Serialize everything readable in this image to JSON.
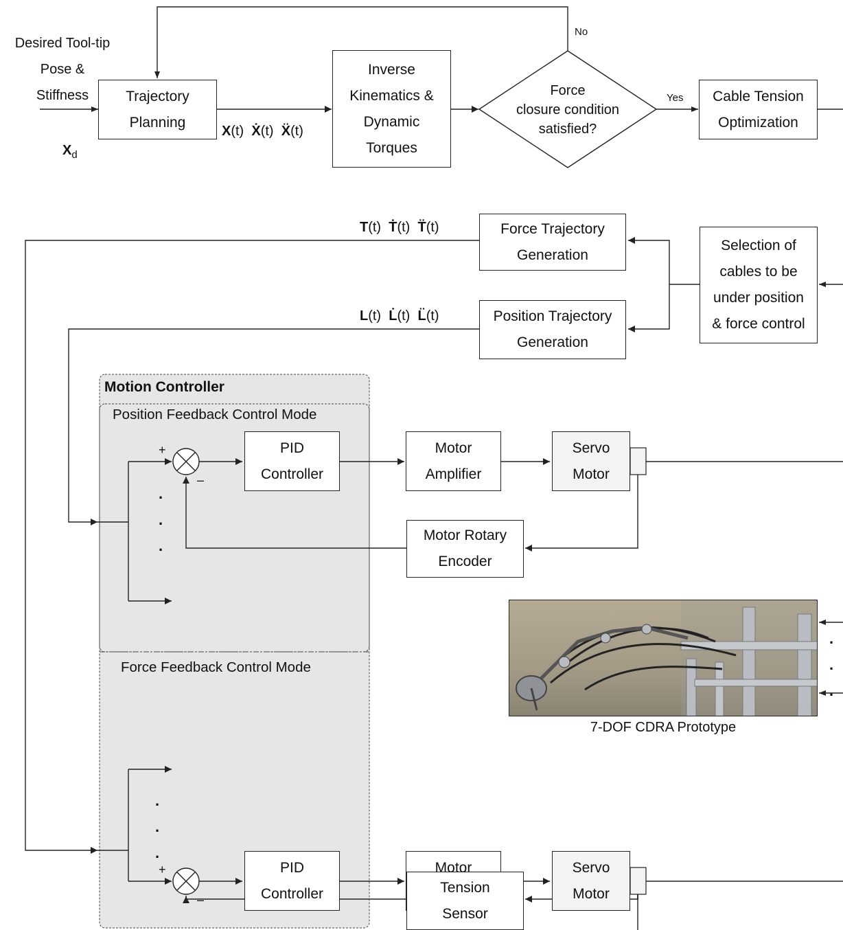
{
  "inputs": {
    "desired": "Desired Tool-tip\nPose &\nStiffness",
    "xd_symbol": "X",
    "xd_subscript": "d"
  },
  "blocks": {
    "trajectory_planning": "Trajectory\nPlanning",
    "inverse_kinematics": "Inverse\nKinematics &\nDynamic\nTorques",
    "force_closure": "Force\nclosure condition\nsatisfied?",
    "cable_tension": "Cable Tension\nOptimization",
    "force_trajectory": "Force Trajectory\nGeneration",
    "position_trajectory": "Position Trajectory\nGeneration",
    "cable_selection": "Selection of\ncables to be\nunder position\n& force control",
    "pid_1": "PID\nController",
    "motor_amp_1": "Motor\nAmplifier",
    "servo_1": "Servo\nMotor",
    "encoder": "Motor Rotary\nEncoder",
    "pid_2": "PID\nController",
    "motor_amp_2": "Motor\nAmplifier",
    "servo_2": "Servo\nMotor",
    "tension_sensor": "Tension\nSensor"
  },
  "decision": {
    "no": "No",
    "yes": "Yes"
  },
  "signals": {
    "x": "X",
    "x_dot": "Ẋ",
    "x_ddot": "Ẍ",
    "t": "T",
    "t_dot": "Ṫ",
    "t_ddot": "T̈",
    "l": "L",
    "l_dot": "L̇",
    "l_ddot": "L̈",
    "time_arg": "(t)"
  },
  "controller": {
    "title": "Motion Controller",
    "position_mode": "Position Feedback Control Mode",
    "force_mode": "Force Feedback Control Mode",
    "plus": "+",
    "minus": "–"
  },
  "ellipsis": ".\n.\n.",
  "prototype_caption": "7-DOF CDRA Prototype",
  "colors": {
    "line": "#222222",
    "panel_fill": "#e6e6e6",
    "photo_wall": "#a39a86",
    "photo_metal": "#b9bdc2"
  }
}
